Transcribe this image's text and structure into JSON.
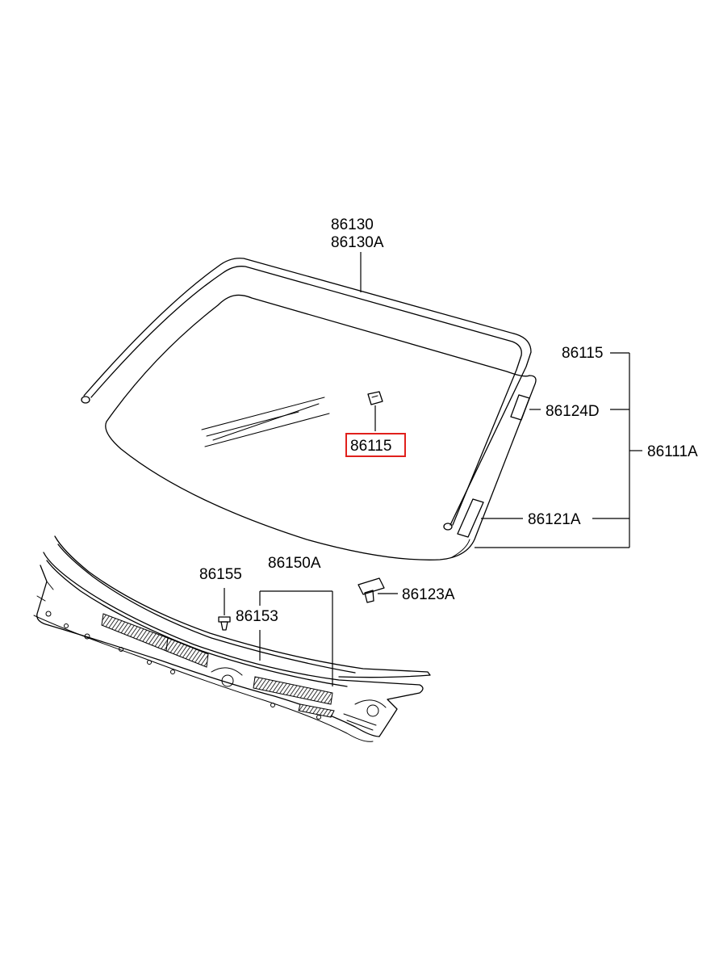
{
  "labels": {
    "molding_upper": "86130",
    "molding_upper_alt": "86130A",
    "glass_top": "86115",
    "bracket_center": "86115",
    "decal": "86124D",
    "glass_assy": "86111A",
    "dam": "86121A",
    "cowl_panel": "86150A",
    "clip": "86155",
    "cowl_seal": "86153",
    "stopper": "86123A"
  },
  "highlight": {
    "target": "bracket_center",
    "color": "#e0201c"
  }
}
